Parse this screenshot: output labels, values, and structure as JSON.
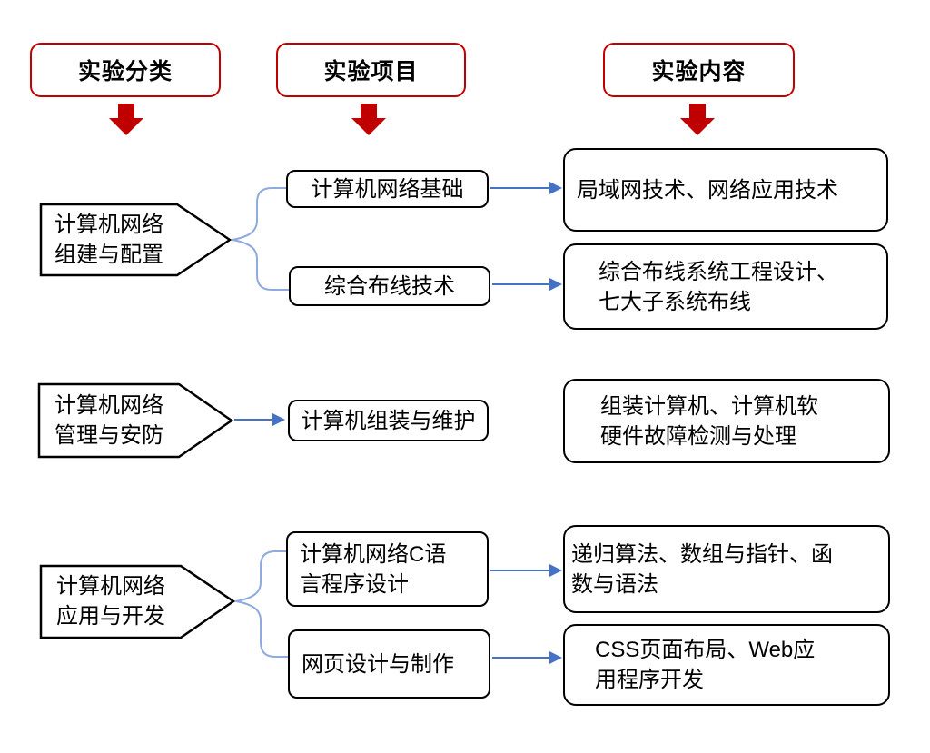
{
  "colors": {
    "red": "#c00000",
    "arrow_blue": "#4472c4",
    "branch_blue": "#8faadc",
    "box_border": "#000000"
  },
  "headers": {
    "classification": "实验分类",
    "project": "实验项目",
    "content": "实验内容"
  },
  "groups": [
    {
      "category": "计算机网络\n组建与配置",
      "rows": [
        {
          "project": "计算机网络基础",
          "content": "局域网技术、网络应用技术"
        },
        {
          "project": "综合布线技术",
          "content": "综合布线系统工程设计、\n七大子系统布线"
        }
      ]
    },
    {
      "category": "计算机网络\n管理与安防",
      "rows": [
        {
          "project": "计算机组装与维护",
          "content": "组装计算机、计算机软\n硬件故障检测与处理"
        }
      ]
    },
    {
      "category": "计算机网络\n应用与开发",
      "rows": [
        {
          "project": "计算机网络C语\n言程序设计",
          "content": "递归算法、数组与指针、函\n数与语法"
        },
        {
          "project": "网页设计与制作",
          "content": "CSS页面布局、Web应\n用程序开发"
        }
      ]
    }
  ]
}
